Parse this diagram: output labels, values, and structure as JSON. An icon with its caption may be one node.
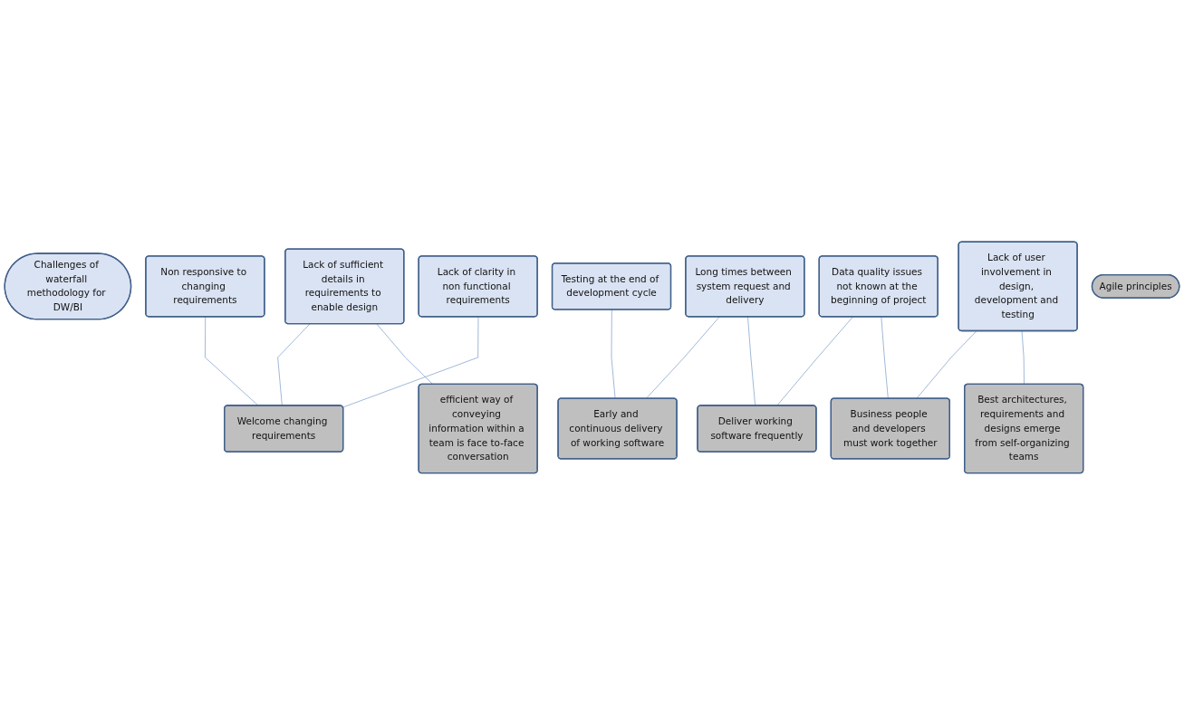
{
  "diagram": {
    "nodes": [
      {
        "text": [
          "Challenges of waterfall methodology for DW/BI"
        ]
      },
      {
        "text": [
          "Lack of sufficient details in requirements to enable design"
        ]
      },
      {
        "text": [
          "Testing at the end of development cycle"
        ]
      },
      {
        "text": [
          "Data quality issues not known at the beginning of project"
        ]
      },
      {
        "text": [
          "Long times between system request and delivery"
        ]
      },
      {
        "text": [
          "Lack of clarity in non functional requirements"
        ]
      },
      {
        "text": [
          "Non responsive to changing requirements"
        ]
      },
      {
        "text": [
          "Lack of user involvement in design, development and testing"
        ]
      },
      {
        "text": [
          "Early and continuous delivery of working software"
        ]
      },
      {
        "text": [
          "Deliver working software frequently"
        ]
      },
      {
        "text": [
          "Welcome changing requirements"
        ]
      },
      {
        "text": [
          "efficient way of conveying information within a team is face to-face conversation"
        ]
      },
      {
        "text": [
          "Business people and developers must work together"
        ]
      },
      {
        "text": [
          "Best architectures, requirements and designs emerge from self-organizing teams"
        ]
      },
      {
        "text": [
          "Agile principles"
        ]
      }
    ],
    "edges": [
      {
        "from": 4,
        "to": 8,
        "arrow": "none"
      },
      {
        "from": 4,
        "to": 9,
        "arrow": "none"
      },
      {
        "from": 3,
        "to": 9,
        "arrow": "none"
      },
      {
        "from": 3,
        "to": 12,
        "arrow": "none"
      },
      {
        "from": 1,
        "to": 10,
        "arrow": "none"
      },
      {
        "from": 1,
        "to": 11,
        "arrow": "none"
      },
      {
        "from": 2,
        "to": 8,
        "arrow": "none"
      },
      {
        "from": 6,
        "to": 10,
        "arrow": "none"
      },
      {
        "from": 5,
        "to": 10,
        "arrow": "none"
      },
      {
        "from": 7,
        "to": 12,
        "arrow": "none"
      },
      {
        "from": 7,
        "to": 13,
        "arrow": "none"
      }
    ]
  }
}
